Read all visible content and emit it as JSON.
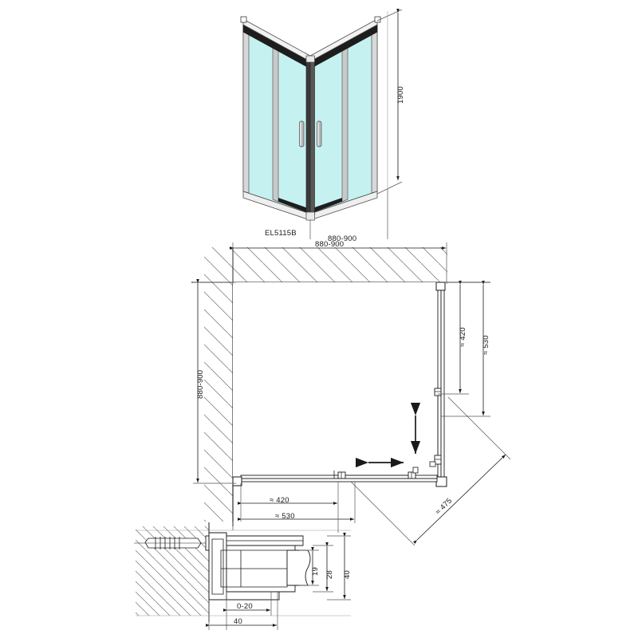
{
  "drawing": {
    "type": "technical-drawing",
    "subject": "corner-entry sliding shower enclosure",
    "model_code": "EL5115B",
    "units": "mm",
    "views": [
      {
        "id": "isometric",
        "name": "isometric-view"
      },
      {
        "id": "plan",
        "name": "plan-view"
      },
      {
        "id": "detail",
        "name": "profile-section-detail"
      }
    ]
  },
  "isometric": {
    "model_label": "EL5115B",
    "width_label": "880-900",
    "height_label": "1900",
    "glass_color": "#c5f1f1",
    "frame_color": "#9a9a9a",
    "rail_color": "#1d1d1d",
    "handle_color": "#b6b6b6",
    "panels": [
      {
        "name": "left-fixed-panel"
      },
      {
        "name": "left-sliding-door"
      },
      {
        "name": "right-sliding-door"
      },
      {
        "name": "right-fixed-panel"
      }
    ],
    "handles": [
      {
        "name": "left-door-handle"
      },
      {
        "name": "right-door-handle"
      }
    ]
  },
  "plan": {
    "top_dim": "880-900",
    "left_dim": "880-900",
    "right_dim_inner": "≈ 420",
    "right_dim_outer": "≈ 530",
    "bottom_dim_inner": "≈ 420",
    "bottom_dim_outer": "≈ 530",
    "diagonal_dim": "≈ 475",
    "arrows": [
      {
        "name": "vertical-slide-arrow",
        "direction": "vertical"
      },
      {
        "name": "horizontal-slide-arrow",
        "direction": "horizontal"
      }
    ],
    "wall_hatch": "45-degree"
  },
  "detail": {
    "width_outer": "40",
    "width_inner": "0-20",
    "height_outer": "40",
    "height_mid": "28",
    "height_inner": "19",
    "fixings": [
      {
        "name": "wall-plug-anchor"
      },
      {
        "name": "fixing-screw"
      }
    ]
  },
  "colors": {
    "line": "#1a1a1a",
    "thin_line": "#555555",
    "hatch": "#777777",
    "glass": "#c5f1f1",
    "background": "#ffffff"
  }
}
